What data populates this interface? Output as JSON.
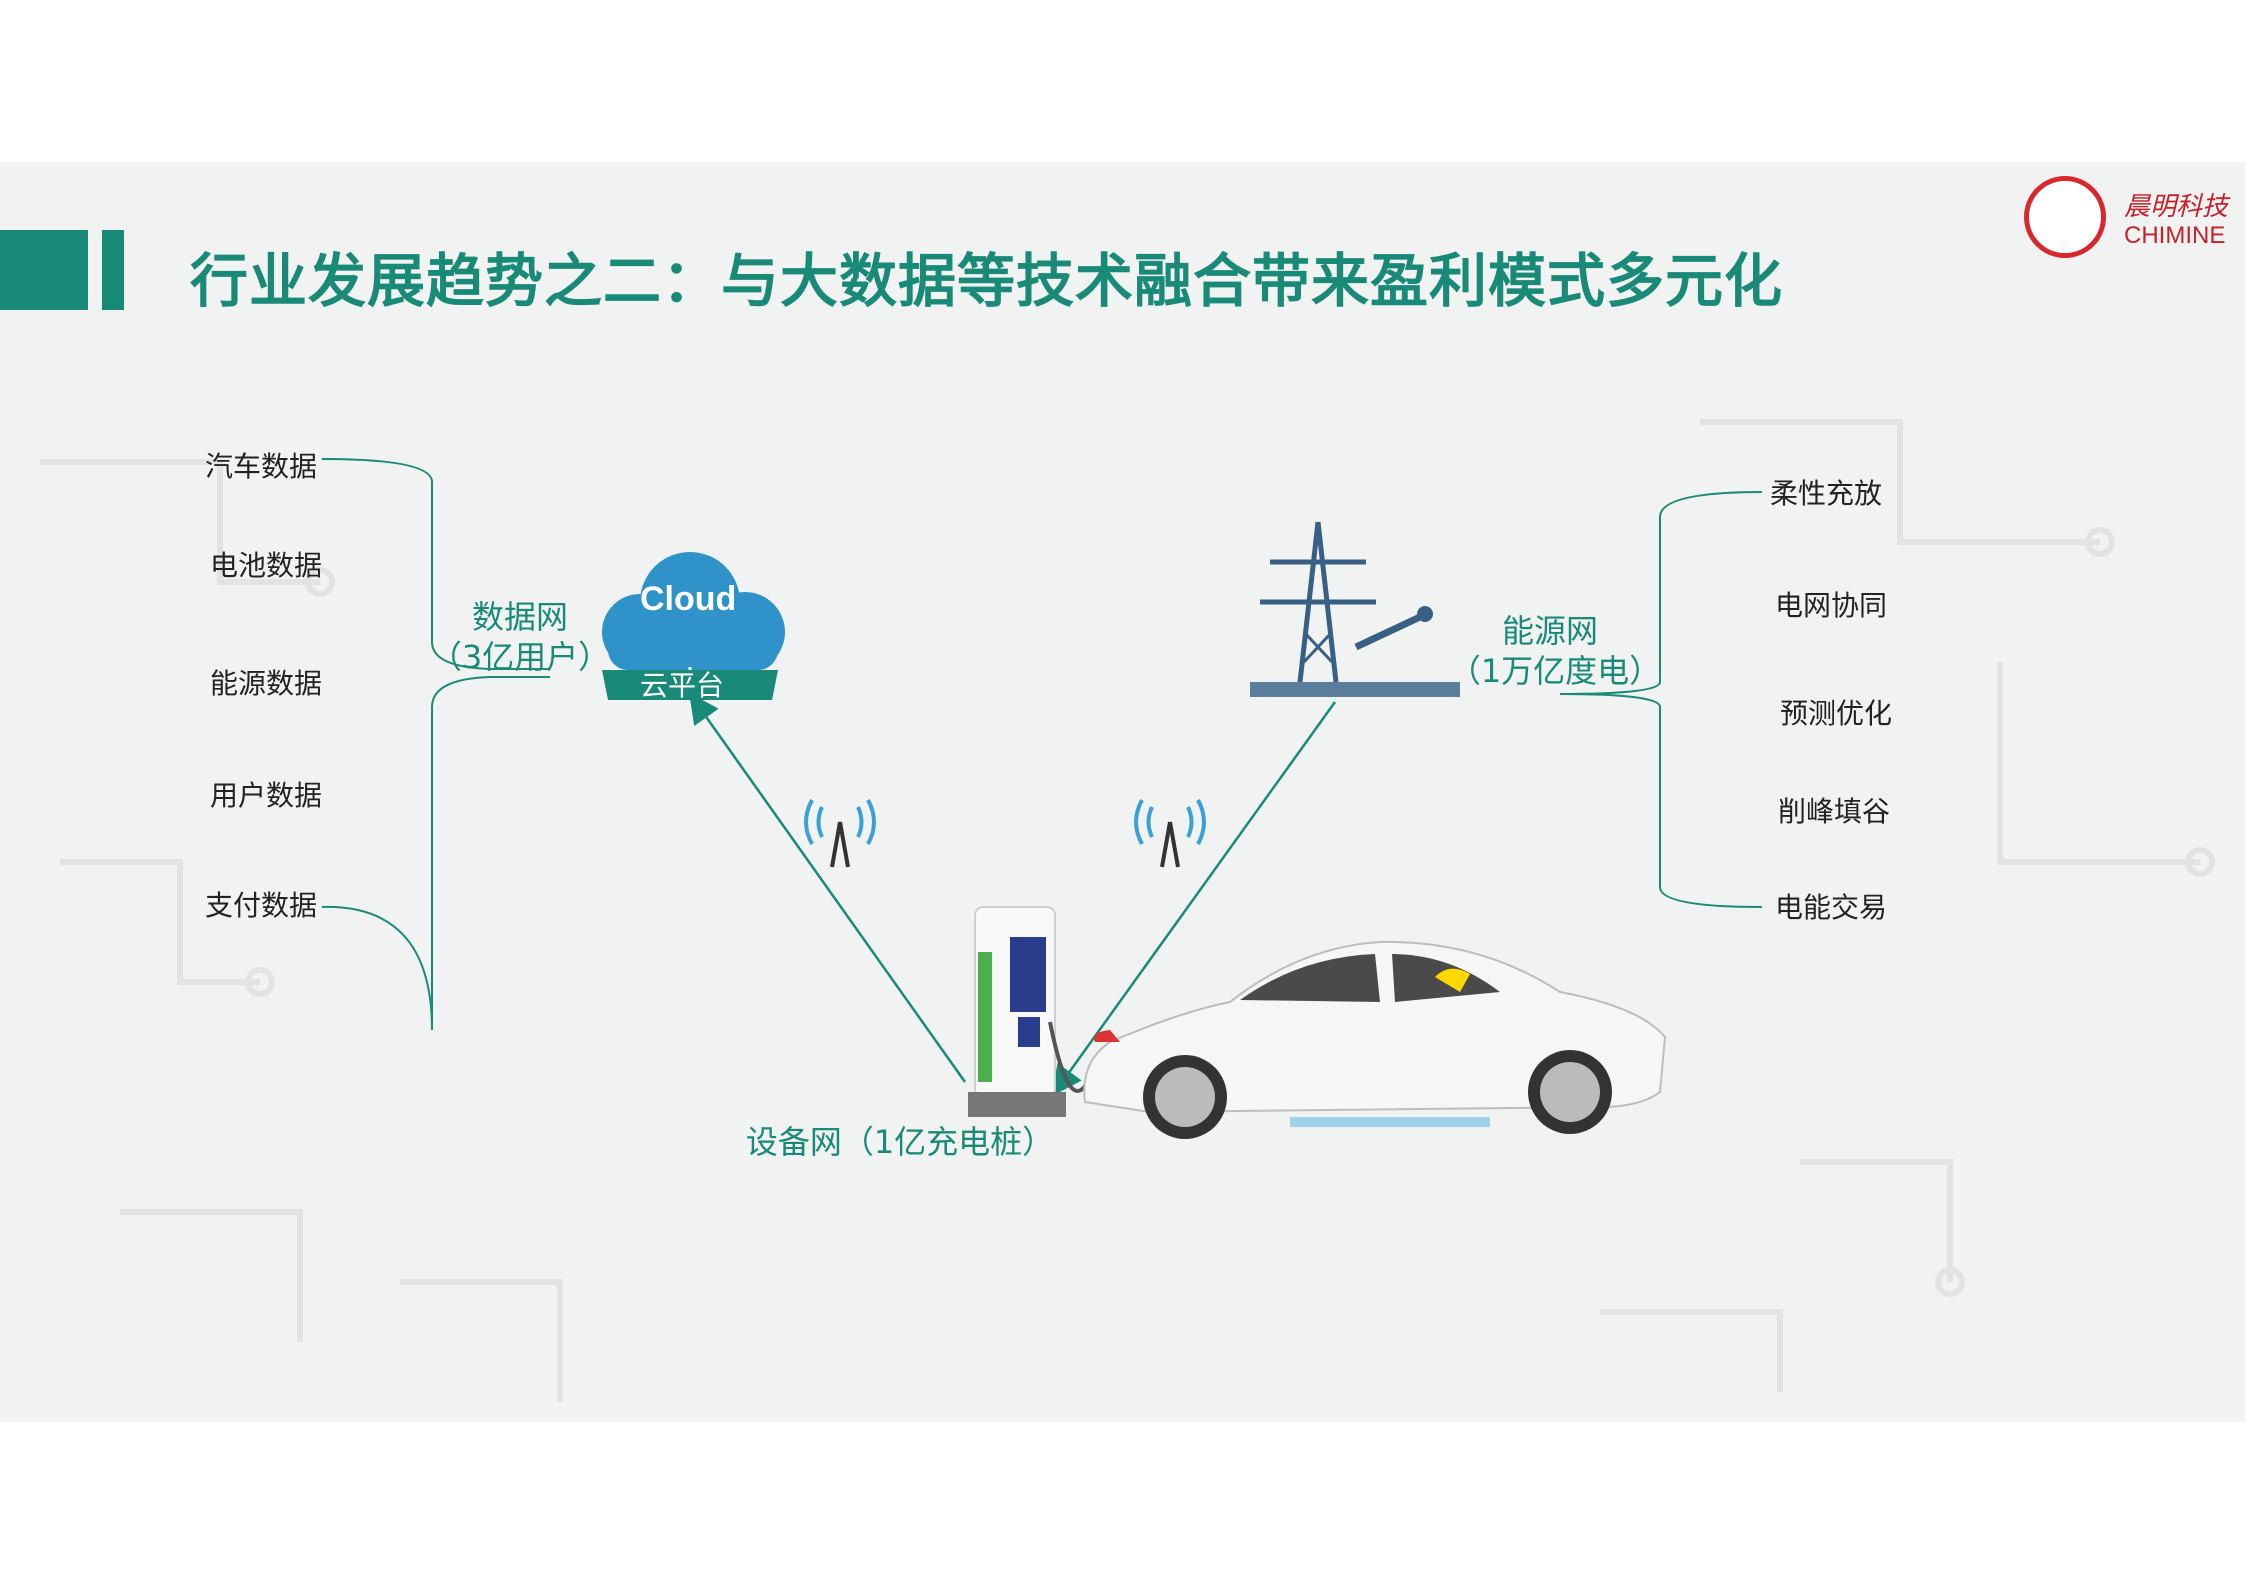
{
  "title": "行业发展趋势之二：与大数据等技术融合带来盈利模式多元化",
  "logo": {
    "cn": "晨明科技",
    "en": "CHIMINE"
  },
  "left_items": [
    "汽车数据",
    "电池数据",
    "能源数据",
    "用户数据",
    "支付数据"
  ],
  "data_network": {
    "name": "数据网",
    "scale": "（3亿用户）"
  },
  "cloud": {
    "label": "Cloud",
    "platform": "云平台"
  },
  "energy_network": {
    "name": "能源网",
    "scale": "（1万亿度电）"
  },
  "right_items": [
    "柔性充放",
    "电网协同",
    "预测优化",
    "削峰填谷",
    "电能交易"
  ],
  "device_network": "设备网（1亿充电桩）",
  "colors": {
    "accent": "#1a8a78",
    "cloud": "#2f93c9",
    "logo": "#d9272e"
  }
}
